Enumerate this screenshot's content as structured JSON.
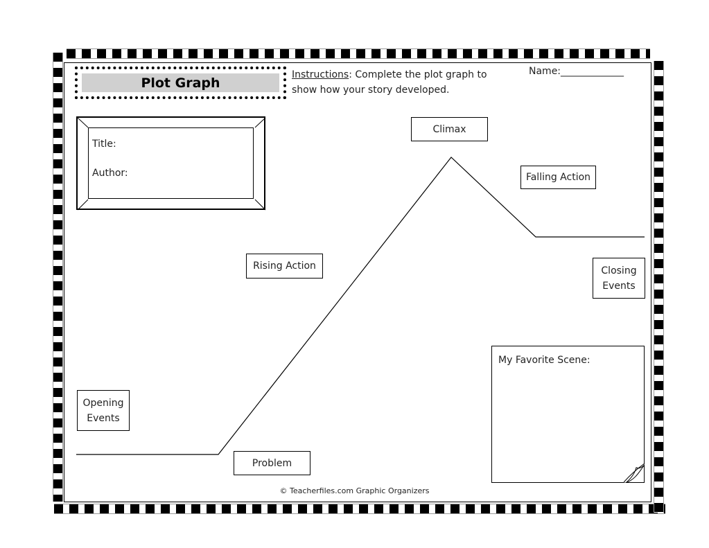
{
  "header": {
    "title": "Plot Graph",
    "instructions_label": "Instructions",
    "instructions_line1": ": Complete the plot graph to",
    "instructions_line2": "show how your story developed.",
    "name_field": "Name:_____________"
  },
  "info_box": {
    "title_label": "Title:",
    "author_label": "Author:"
  },
  "plot_labels": {
    "climax": "Climax",
    "falling_action": "Falling Action",
    "rising_action": "Rising Action",
    "closing_events_line1": "Closing",
    "closing_events_line2": "Events",
    "opening_events_line1": "Opening",
    "opening_events_line2": "Events",
    "problem": "Problem"
  },
  "favorite_scene": {
    "label": "My Favorite Scene:"
  },
  "footer": {
    "copyright_symbol": "©",
    "credit": "Teacherfiles.com Graphic Organizers"
  }
}
